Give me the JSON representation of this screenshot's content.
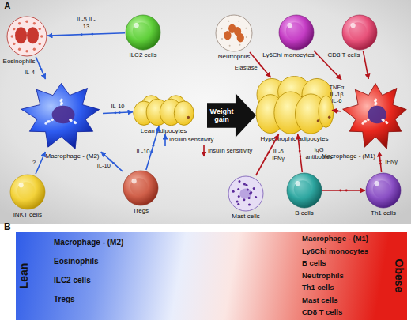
{
  "diagram": {
    "nodes": [
      {
        "text": [
          "Eosinophils"
        ]
      },
      {
        "text": [
          "ILC2 cells"
        ]
      },
      {
        "text": [
          "Neutrophils"
        ]
      },
      {
        "text": [
          "Ly6Chi monocytes"
        ]
      },
      {
        "text": [
          "CD8 T cells"
        ]
      },
      {
        "text": [
          "Macrophage - (M2)"
        ]
      },
      {
        "text": [
          "Lean adipocytes"
        ]
      },
      {
        "text": [
          "Weight gain"
        ]
      },
      {
        "text": [
          "Hypertrophic adipocytes"
        ]
      },
      {
        "text": [
          "Macrophage - (M1)"
        ]
      },
      {
        "text": [
          "iNKT cells"
        ]
      },
      {
        "text": [
          "Tregs"
        ]
      },
      {
        "text": [
          "Mast cells"
        ]
      },
      {
        "text": [
          "B cells"
        ]
      },
      {
        "text": [
          "Th1 cells"
        ]
      },
      {
        "text": [
          "Lean",
          "Macrophage - (M2)",
          "Eosinophils",
          "ILC2 cells",
          "Tregs",
          "Macrophage - (M1)",
          "Ly6Chi monocytes",
          "B cells",
          "Neutrophils",
          "Th1 cells",
          "Mast cells",
          "CD8 T cells",
          "Obese"
        ]
      }
    ],
    "edges": [
      {
        "from": 1,
        "to": 0,
        "label": "IL-5 IL-13",
        "arrow": "to"
      },
      {
        "from": 0,
        "to": 5,
        "label": "IL-4",
        "arrow": "to"
      },
      {
        "from": 10,
        "to": 5,
        "label": "?",
        "arrow": "to"
      },
      {
        "from": 11,
        "to": 5,
        "label": "IL-10",
        "arrow": "to"
      },
      {
        "from": 5,
        "to": 6,
        "label": "IL-10",
        "arrow": "to"
      },
      {
        "from": 11,
        "to": 6,
        "label": "IL-10",
        "arrow": "to"
      },
      {
        "from": 2,
        "to": 8,
        "label": "Elastase",
        "arrow": "to"
      },
      {
        "from": 3,
        "to": 9,
        "arrow": "to"
      },
      {
        "from": 4,
        "to": 9,
        "arrow": "to"
      },
      {
        "from": 9,
        "to": 8,
        "label": "TNFα IL-1β IL-6",
        "arrow": "to"
      },
      {
        "from": 12,
        "to": 8,
        "label": "IL-6 IFNγ",
        "arrow": "to"
      },
      {
        "from": 13,
        "to": 8,
        "label": "IgG antibodies",
        "arrow": "to"
      },
      {
        "from": 13,
        "to": 14,
        "arrow": "to"
      },
      {
        "from": 14,
        "to": 9,
        "label": "IFNγ",
        "arrow": "to"
      }
    ],
    "labels": [
      "A",
      "B",
      "Insulin sensitivity",
      "Insulin sensitivity"
    ]
  }
}
